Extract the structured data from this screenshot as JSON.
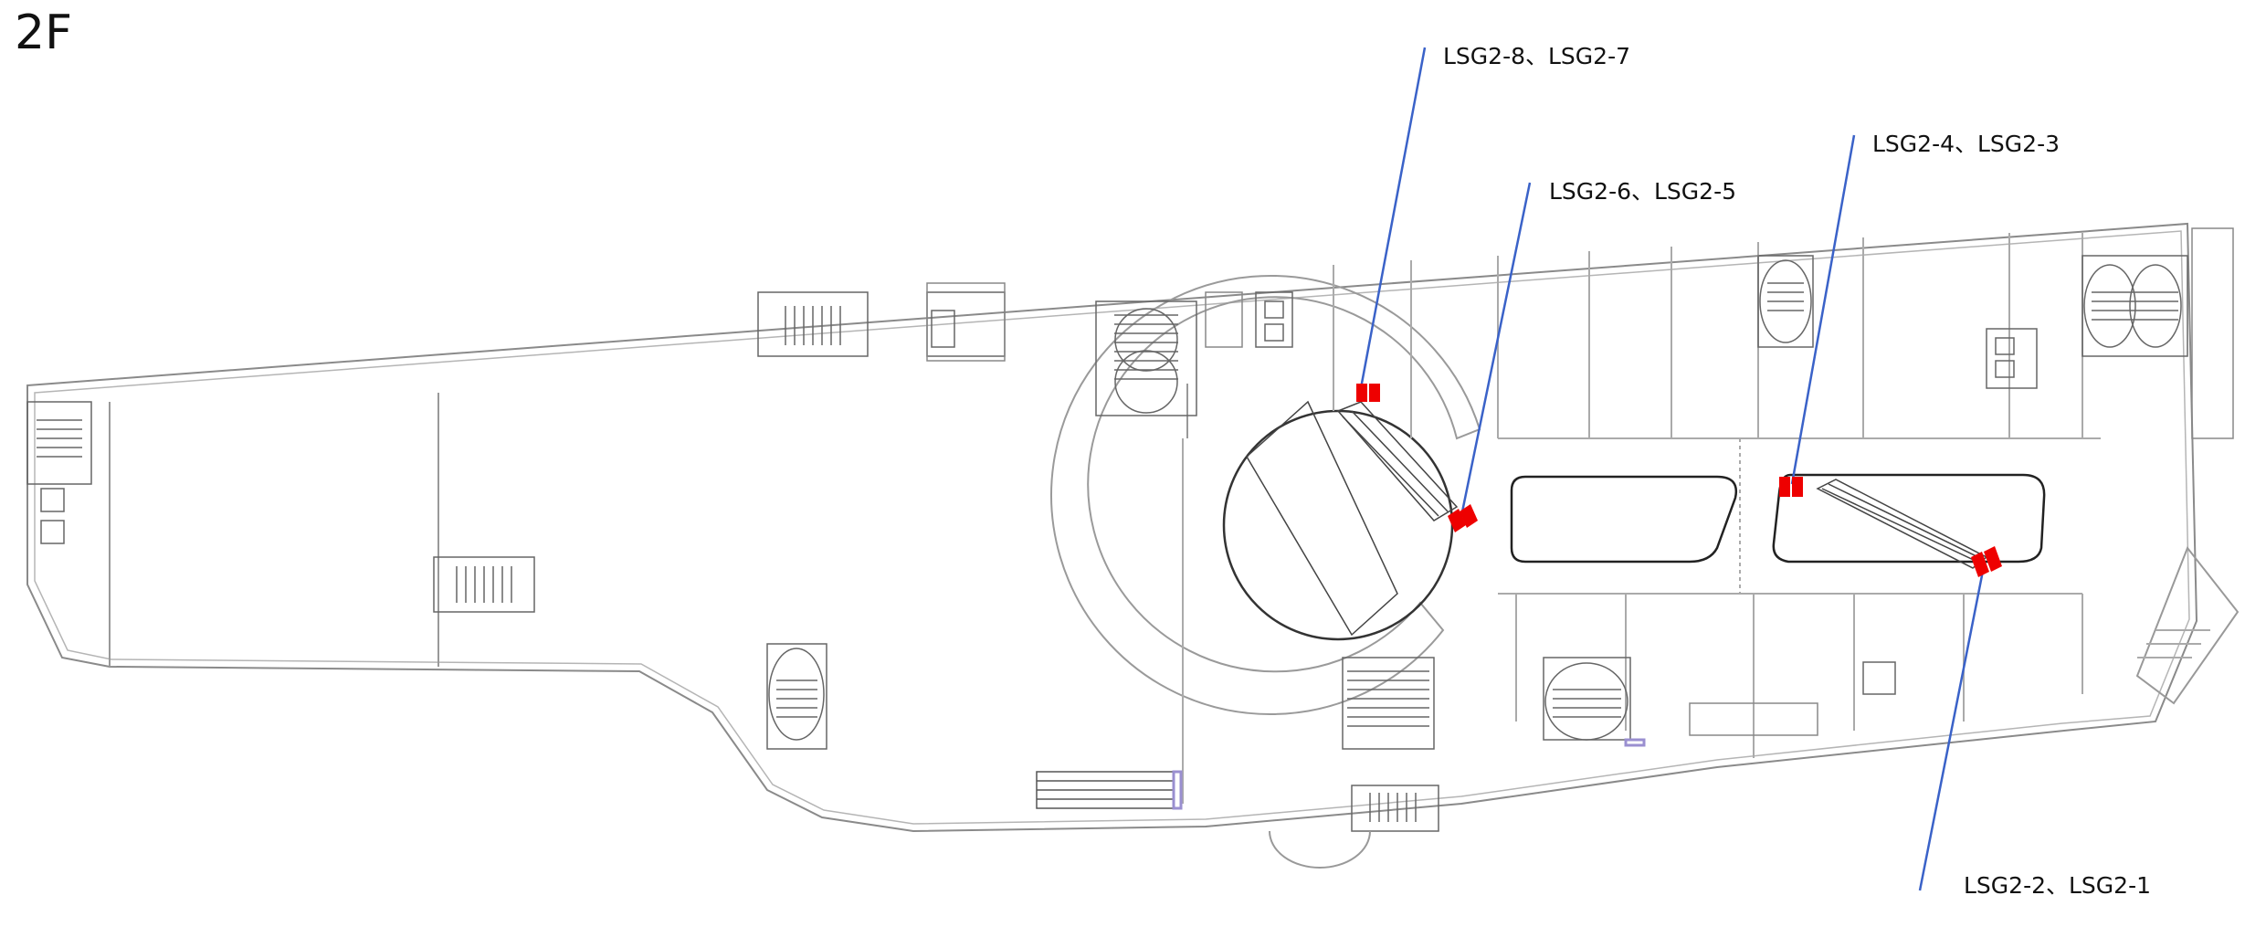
{
  "floor_label": "2F",
  "callouts": [
    {
      "id": "c1",
      "label": "LSG2-8、LSG2-7"
    },
    {
      "id": "c2",
      "label": "LSG2-6、LSG2-5"
    },
    {
      "id": "c3",
      "label": "LSG2-4、LSG2-3"
    },
    {
      "id": "c4",
      "label": "LSG2-2、LSG2-1"
    }
  ],
  "colors": {
    "wall": "#8a8a8a",
    "detail": "#555555",
    "leader_line": "#3a62c8",
    "marker": "#ee0000",
    "accent": "#9a8fd0"
  }
}
